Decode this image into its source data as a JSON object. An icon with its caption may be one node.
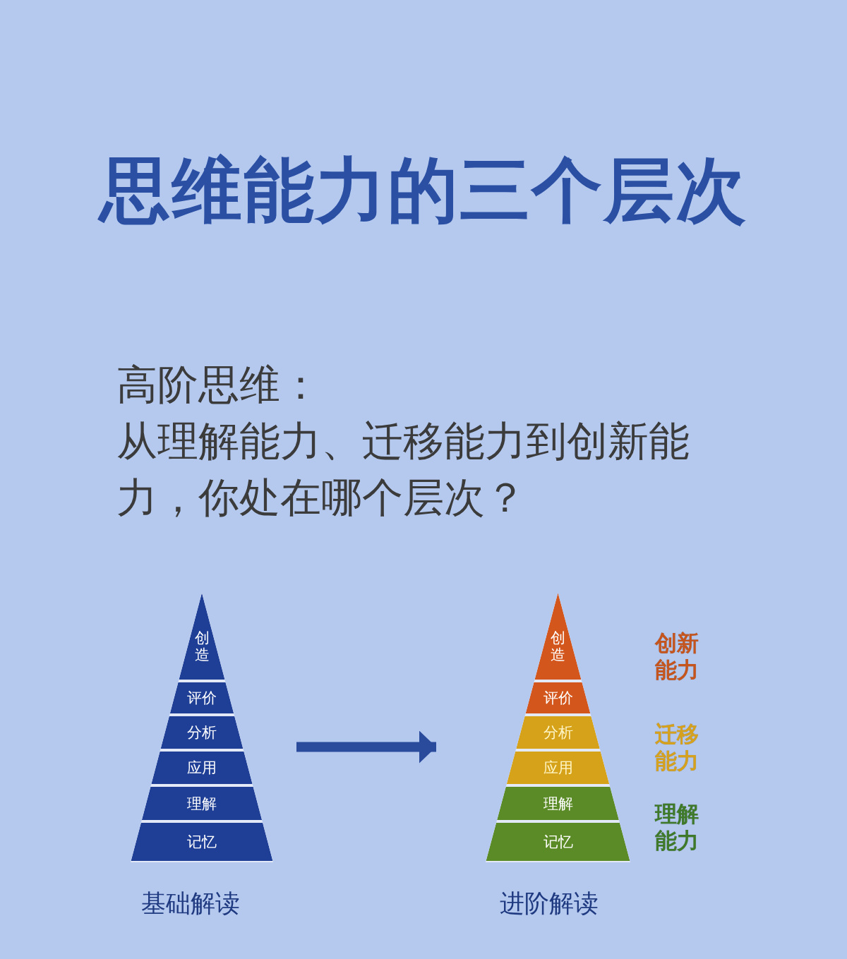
{
  "diagram": {
    "title": "思维能力的三个层次",
    "nodes": [
      {
        "text": [],
        "shape": "triangle",
        "beside": [
          "基础解读"
        ]
      },
      {
        "text": [
          "创造"
        ],
        "in": 0
      },
      {
        "text": [
          "评价"
        ],
        "in": 0
      },
      {
        "text": [
          "分析"
        ],
        "in": 0
      },
      {
        "text": [
          "应用"
        ],
        "in": 0
      },
      {
        "text": [
          "理解"
        ],
        "in": 0
      },
      {
        "text": [
          "记忆"
        ],
        "in": 0
      },
      {
        "text": [],
        "shape": "triangle",
        "beside": [
          "进阶解读"
        ]
      },
      {
        "text": [
          "创造"
        ],
        "in": 7
      },
      {
        "text": [
          "评价"
        ],
        "in": 7
      },
      {
        "text": [
          "分析"
        ],
        "in": 7
      },
      {
        "text": [
          "应用"
        ],
        "in": 7
      },
      {
        "text": [
          "理解"
        ],
        "in": 7
      },
      {
        "text": [
          "记忆"
        ],
        "in": 7
      }
    ],
    "edges": [
      {
        "from": 0,
        "to": 7,
        "arrow": "to"
      }
    ],
    "labels": [
      "高阶思维：",
      "从理解能力、迁移能力到创新能力，你处在哪个层次？",
      "创新能力",
      "迁移能力",
      "理解能力"
    ]
  }
}
